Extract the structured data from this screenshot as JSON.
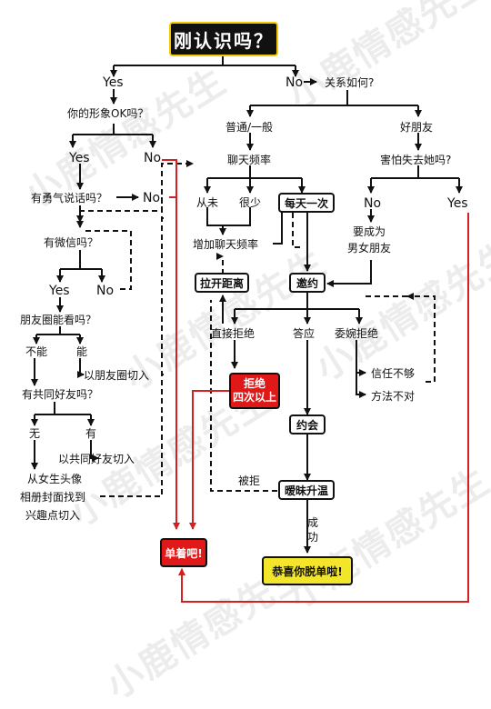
{
  "colors": {
    "arrow": "#111111",
    "red_path": "#d42020",
    "red_box": "#e01818",
    "yellow_box": "#f2e52a",
    "title_border": "#f6c800"
  },
  "watermark": "小鹿情感先生",
  "title": "刚认识吗？",
  "left": {
    "yes": "Yes",
    "image_ok": "你的形象OK吗？",
    "yes2": "Yes",
    "no2": "No",
    "courage": "有勇气说话吗？",
    "no3": "No",
    "wechat": "有微信吗？",
    "yes4": "Yes",
    "no4": "No",
    "moments": "朋友圈能看吗？",
    "cannot": "不能",
    "can": "能",
    "cut_moments": "以朋友圈切入",
    "mutual": "有共同好友吗？",
    "none": "无",
    "have": "有",
    "cut_mutual": "以共同好友切入",
    "from_avatar_1": "从女生头像",
    "from_avatar_2": "相册封面找到",
    "from_avatar_3": "兴趣点切入",
    "single": "单着吧!"
  },
  "right": {
    "no": "No",
    "relation": "关系如何?",
    "normal": "普通/一般",
    "good_friend": "好朋友",
    "chat_freq": "聊天频率",
    "afraid_lose": "害怕失去她吗?",
    "never": "从未",
    "rarely": "很少",
    "daily": "每天一次",
    "no_r": "No",
    "yes_r": "Yes",
    "become_1": "要成为",
    "become_2": "男女朋友",
    "increase": "增加聊天频率",
    "distance": "拉开距离",
    "invite": "邀约",
    "direct_reject": "直接拒绝",
    "agree": "答应",
    "soft_reject": "委婉拒绝",
    "distrust": "信任不够",
    "wrong_method": "方法不对",
    "rejected_4_1": "拒绝",
    "rejected_4_2": "四次以上",
    "date": "约会",
    "rejected": "被拒",
    "warming": "暧昧升温",
    "success_1": "成",
    "success_2": "功",
    "congrats": "恭喜你脱单啦!"
  }
}
